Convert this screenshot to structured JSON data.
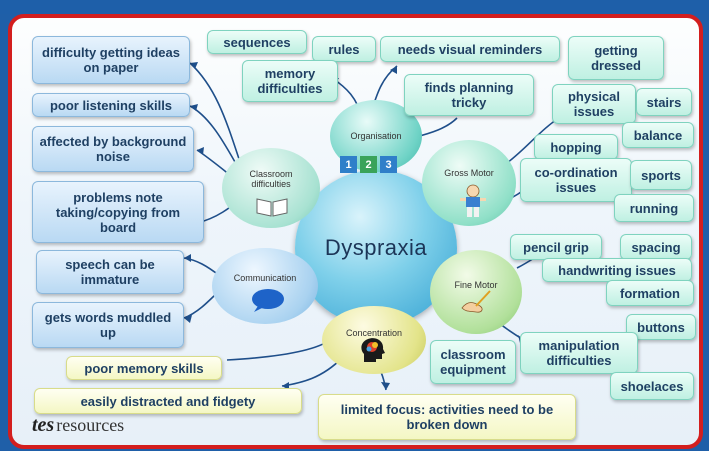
{
  "hub": {
    "title": "Dyspraxia"
  },
  "branches": {
    "organisation": "Organisation",
    "classroom": "Classroom difficulties",
    "gross_motor": "Gross Motor",
    "communication": "Communication",
    "fine_motor": "Fine Motor",
    "concentration": "Concentration"
  },
  "number_tiles": [
    "1",
    "2",
    "3"
  ],
  "boxes": {
    "difficulty_ideas": "difficulty getting ideas on paper",
    "sequences": "sequences",
    "rules": "rules",
    "needs_visual": "needs visual reminders",
    "getting_dressed": "getting dressed",
    "memory_difficulties": "memory difficulties",
    "poor_listening": "poor listening skills",
    "finds_planning": "finds planning tricky",
    "physical_issues": "physical issues",
    "stairs": "stairs",
    "affected_noise": "affected by background noise",
    "balance": "balance",
    "hopping": "hopping",
    "coordination": "co-ordination issues",
    "sports": "sports",
    "problems_note": "problems note taking/copying from board",
    "running": "running",
    "pencil_grip": "pencil grip",
    "spacing": "spacing",
    "speech_immature": "speech can be immature",
    "handwriting": "handwriting issues",
    "formation": "formation",
    "gets_words": "gets words muddled up",
    "buttons": "buttons",
    "manipulation": "manipulation difficulties",
    "classroom_equipment": "classroom equipment",
    "poor_memory": "poor memory skills",
    "shoelaces": "shoelaces",
    "easily_distracted": "easily distracted and fidgety",
    "limited_focus": "limited focus: activities need to be broken down"
  },
  "logo": {
    "brand": "tes",
    "suffix": "resources"
  },
  "colors": {
    "border": "#d31e1e",
    "hub": "#2f9fd0",
    "connector": "#1f4f8a",
    "text": "#1f4063"
  }
}
